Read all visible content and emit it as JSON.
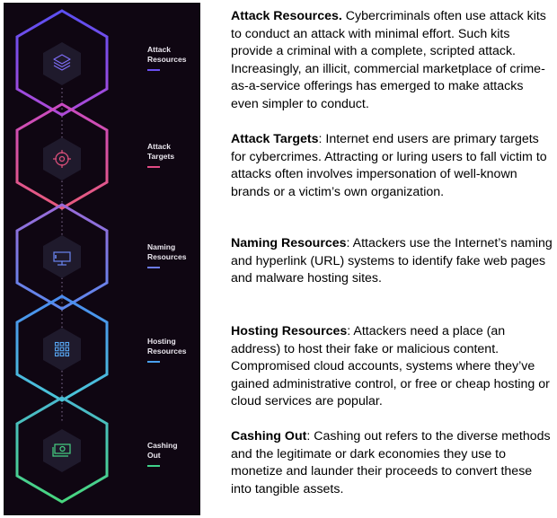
{
  "stages": [
    {
      "label_line1": "Attack",
      "label_line2": "Resources",
      "icon": "layers-icon",
      "color": "#6a4ff0"
    },
    {
      "label_line1": "Attack",
      "label_line2": "Targets",
      "icon": "target-icon",
      "color": "#e04a84"
    },
    {
      "label_line1": "Naming",
      "label_line2": "Resources",
      "icon": "monitor-icon",
      "color": "#6c7be8"
    },
    {
      "label_line1": "Hosting",
      "label_line2": "Resources",
      "icon": "grid-icon",
      "color": "#4aa0ef"
    },
    {
      "label_line1": "Cashing",
      "label_line2": "Out",
      "icon": "cash-icon",
      "color": "#3fd18a"
    }
  ],
  "paragraphs": [
    {
      "heading": "Attack Resources.",
      "body": " Cybercriminals often use attack kits to conduct an attack with minimal effort. Such kits provide a criminal with a complete, scripted attack.  Increasingly, an illicit, commercial marketplace of crime-as-a-service offerings has emerged to make attacks even simpler to conduct."
    },
    {
      "heading": "Attack Targets",
      "body": ": Internet end users are primary targets for cybercrimes. Attracting or luring users to fall victim to attacks often involves impersonation of well-known brands or a victim’s own organization."
    },
    {
      "heading": "Naming Resources",
      "body": ": Attackers use the Internet’s naming and hyperlink (URL) systems to identify fake web pages and malware hosting sites."
    },
    {
      "heading": "Hosting Resources",
      "body": ": Attackers need a place (an address) to host their fake or malicious content. Compromised cloud accounts, systems where they’ve gained administrative control, or free or cheap hosting or cloud services are popular."
    },
    {
      "heading": "Cashing Out",
      "body": ": Cashing out refers to the diverse methods and the legitimate or dark economies they use to monetize and launder their proceeds to convert these into tangible assets."
    }
  ]
}
